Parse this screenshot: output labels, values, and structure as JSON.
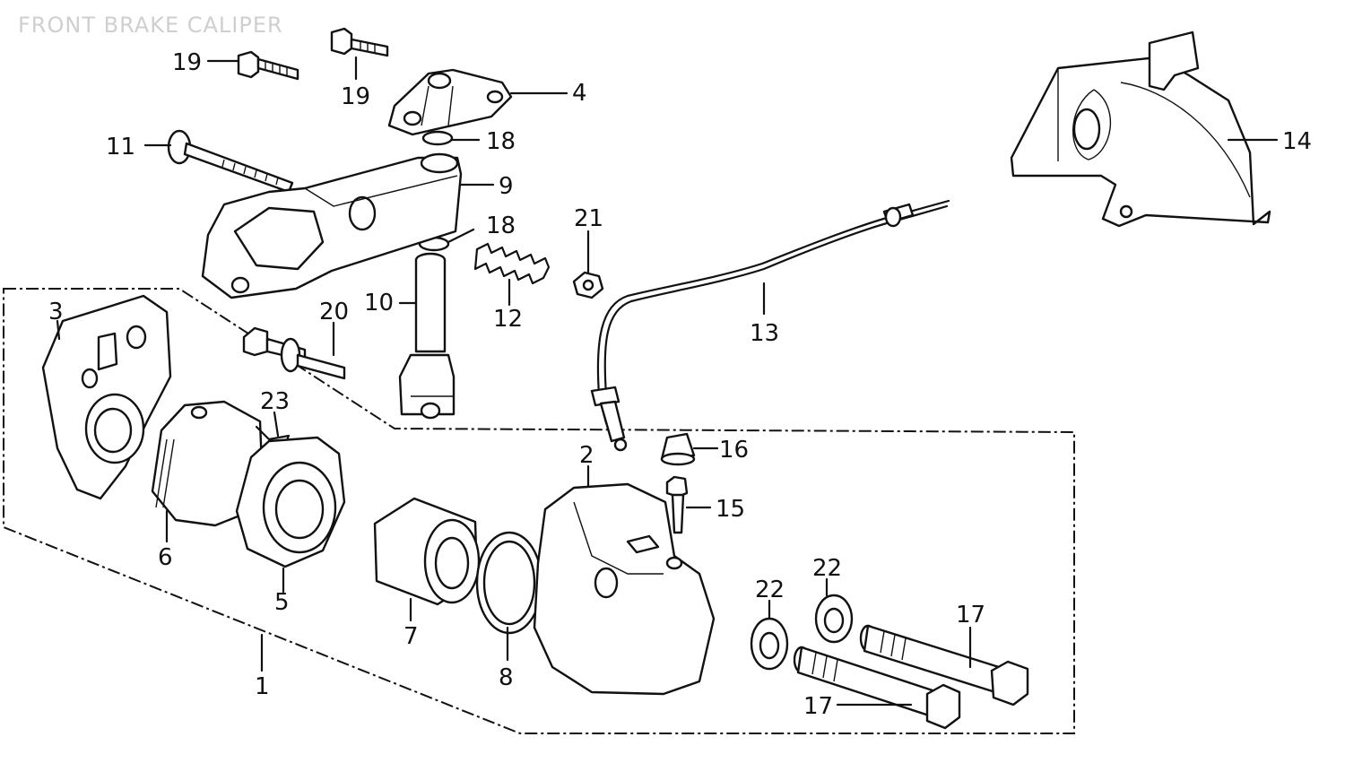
{
  "diagram": {
    "title": "FRONT BRAKE CALIPER",
    "callouts": {
      "p1": "1",
      "p2": "2",
      "p3": "3",
      "p4": "4",
      "p5": "5",
      "p6": "6",
      "p7": "7",
      "p8": "8",
      "p9": "9",
      "p10": "10",
      "p11": "11",
      "p12": "12",
      "p13": "13",
      "p14": "14",
      "p15": "15",
      "p16": "16",
      "p17a": "17",
      "p17b": "17",
      "p18a": "18",
      "p18b": "18",
      "p19a": "19",
      "p19b": "19",
      "p20": "20",
      "p21": "21",
      "p22a": "22",
      "p22b": "22",
      "p23": "23"
    }
  }
}
